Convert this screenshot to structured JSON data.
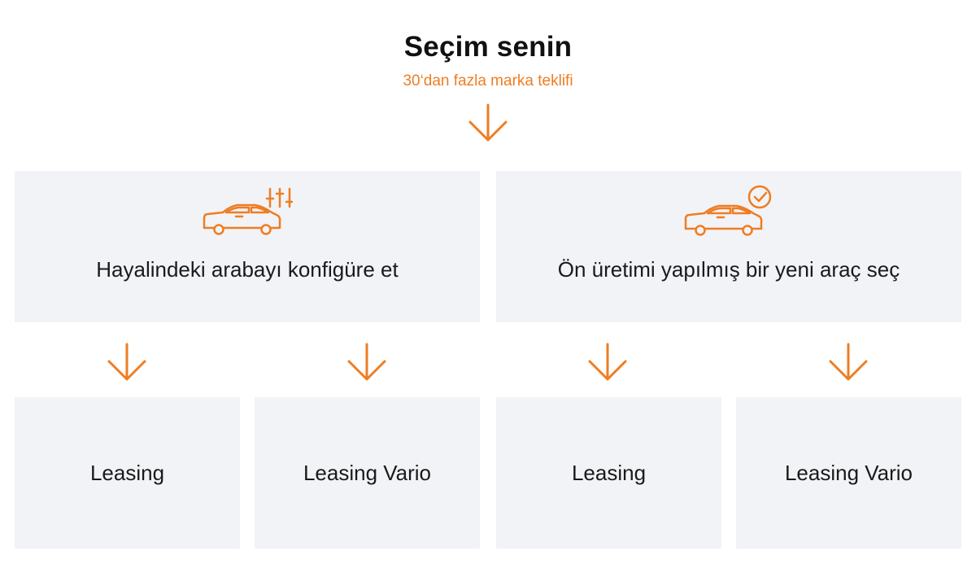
{
  "header": {
    "title": "Seçim senin",
    "subtitle": "30‘dan fazla marka teklifi"
  },
  "colors": {
    "accent": "#ef7d22",
    "box_background": "#f1f3f7",
    "text": "#1a1a1a"
  },
  "options": [
    {
      "label": "Hayalindeki arabayı konfigüre et",
      "icon": "car-configure-icon",
      "sub_options": [
        {
          "label": "Leasing"
        },
        {
          "label": "Leasing Vario"
        }
      ]
    },
    {
      "label": "Ön üretimi yapılmış bir yeni araç seç",
      "icon": "car-check-icon",
      "sub_options": [
        {
          "label": "Leasing"
        },
        {
          "label": "Leasing Vario"
        }
      ]
    }
  ]
}
